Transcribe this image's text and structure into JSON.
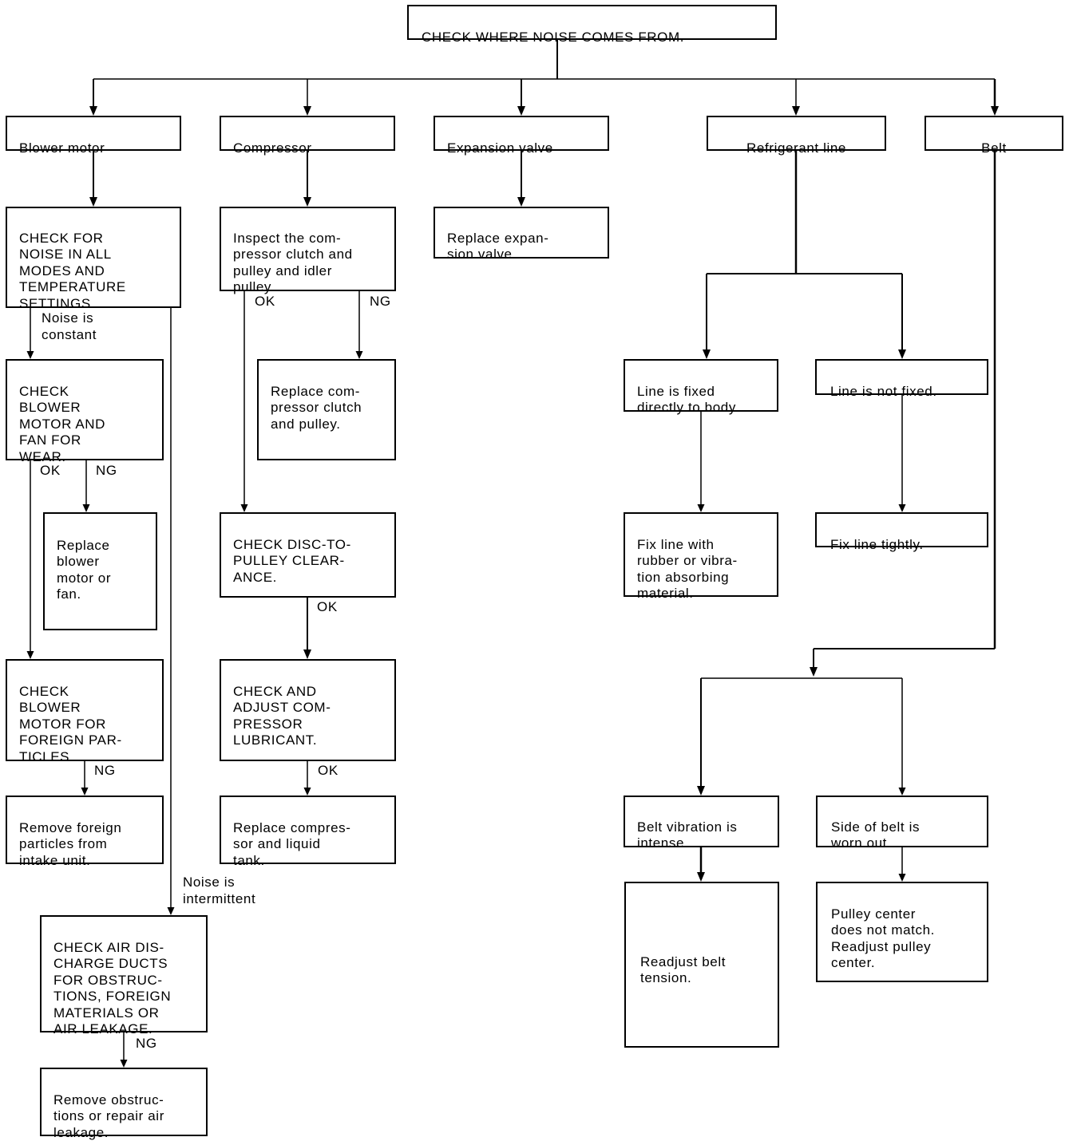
{
  "title": "CHECK WHERE NOISE COMES FROM.",
  "sources": {
    "blower_motor": "Blower motor",
    "compressor": "Compressor",
    "expansion_valve": "Expansion valve",
    "refrigerant_line": "Refrigerant line",
    "belt": "Belt"
  },
  "blower": {
    "check_noise": "CHECK FOR\nNOISE IN ALL\nMODES AND\nTEMPERATURE\nSETTINGS.",
    "noise_constant": "Noise is\nconstant",
    "check_wear": "CHECK\nBLOWER\nMOTOR AND\nFAN FOR\nWEAR.",
    "wear_ok": "OK",
    "wear_ng": "NG",
    "replace_motor": "Replace\nblower\nmotor or\nfan.",
    "check_particles": "CHECK\nBLOWER\nMOTOR FOR\nFOREIGN PAR-\nTICLES.",
    "particles_ng": "NG",
    "remove_particles": "Remove foreign\nparticles from\nintake unit.",
    "noise_intermittent": "Noise is\nintermittent",
    "check_ducts": "CHECK AIR DIS-\nCHARGE DUCTS\nFOR OBSTRUC-\nTIONS, FOREIGN\nMATERIALS OR\nAIR LEAKAGE.",
    "ducts_ng": "NG",
    "remove_obstructions": "Remove obstruc-\ntions or repair air\nleakage."
  },
  "compressor": {
    "inspect": "Inspect the com-\npressor clutch and\npulley and idler\npulley.",
    "inspect_ok": "OK",
    "inspect_ng": "NG",
    "replace_clutch": "Replace com-\npressor clutch\nand pulley.",
    "check_clearance": "CHECK DISC-TO-\nPULLEY CLEAR-\nANCE.",
    "clearance_ok": "OK",
    "check_lubricant": "CHECK AND\nADJUST COM-\nPRESSOR\nLUBRICANT.",
    "lubricant_ok": "OK",
    "replace_compressor": "Replace compres-\nsor and liquid\ntank."
  },
  "expansion_valve": {
    "replace": "Replace expan-\nsion valve."
  },
  "refrigerant_line": {
    "fixed": "Line is fixed\ndirectly to body.",
    "not_fixed": "Line is not fixed.",
    "fix_rubber": "Fix line with\nrubber or vibra-\ntion absorbing\nmaterial.",
    "fix_tightly": "Fix line tightly."
  },
  "belt": {
    "vibration": "Belt vibration is\nintense.",
    "worn": "Side of belt is\nworn out.",
    "readjust_tension": "Readjust belt\ntension.",
    "pulley_center": "Pulley center\ndoes not match.\nReadjust pulley\ncenter."
  }
}
